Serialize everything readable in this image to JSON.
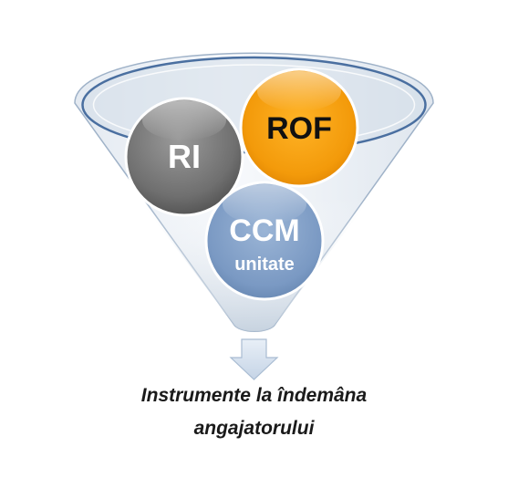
{
  "diagram": {
    "type": "funnel",
    "circles": [
      {
        "id": "ri",
        "label": "RI",
        "sublabel": "",
        "color": "#7a7a7a",
        "text_color": "#ffffff"
      },
      {
        "id": "rof",
        "label": "ROF",
        "sublabel": "",
        "color": "#f29a0c",
        "text_color": "#111111"
      },
      {
        "id": "ccm",
        "label": "CCM",
        "sublabel": "unitate",
        "color": "#7f9ec6",
        "text_color": "#ffffff"
      }
    ],
    "funnel_color": "#c9d6e4",
    "funnel_rim_color": "#4a6fa0",
    "arrow_color": "#d6e2f0",
    "caption": {
      "line1": "Instrumente la îndemâna",
      "line2": "angajatorului"
    }
  }
}
